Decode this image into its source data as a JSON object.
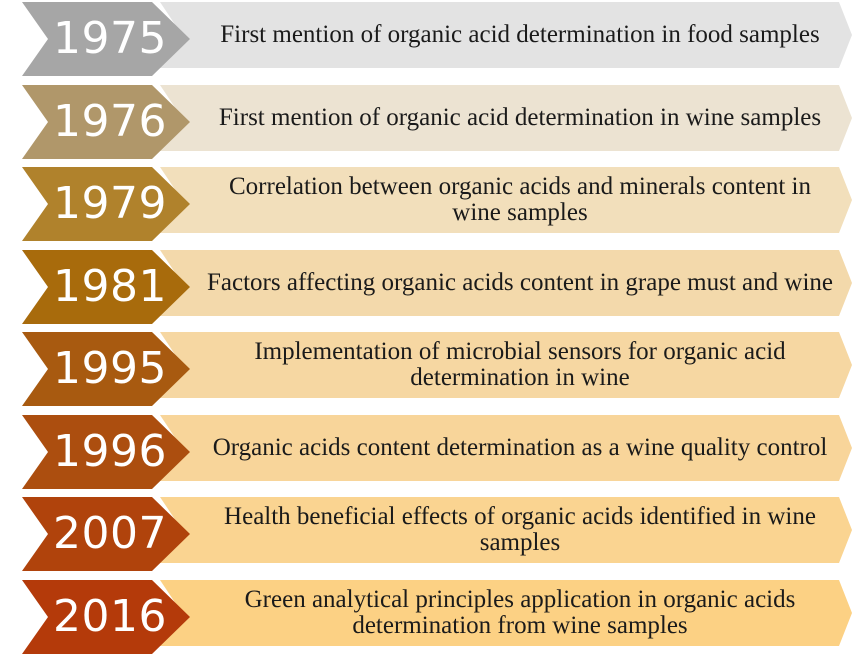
{
  "timeline": {
    "events": [
      {
        "year": "1975",
        "text": "First mention of organic acid determination in food samples",
        "chevron_color": "#a6a6a6",
        "box_color": "#e3e3e3"
      },
      {
        "year": "1976",
        "text": "First mention of organic acid determination in wine samples",
        "chevron_color": "#b0976a",
        "box_color": "#ece3d2"
      },
      {
        "year": "1979",
        "text": "Correlation between organic acids and minerals content in wine samples",
        "chevron_color": "#b0822c",
        "box_color": "#f2dfbb"
      },
      {
        "year": "1981",
        "text": "Factors affecting organic acids content in grape must and wine",
        "chevron_color": "#a86b0c",
        "box_color": "#f3d9ab"
      },
      {
        "year": "1995",
        "text": "Implementation of microbial sensors for organic acid determination in wine",
        "chevron_color": "#a85a10",
        "box_color": "#f6d7a2"
      },
      {
        "year": "1996",
        "text": "Organic acids content determination as a wine quality control",
        "chevron_color": "#ac4e0f",
        "box_color": "#f8d59a"
      },
      {
        "year": "2007",
        "text": "Health beneficial effects of organic acids identified in wine samples",
        "chevron_color": "#b0430c",
        "box_color": "#fad491"
      },
      {
        "year": "2016",
        "text": "Green analytical principles application in organic acids determination from wine samples",
        "chevron_color": "#b43a0a",
        "box_color": "#fcd184"
      }
    ]
  }
}
